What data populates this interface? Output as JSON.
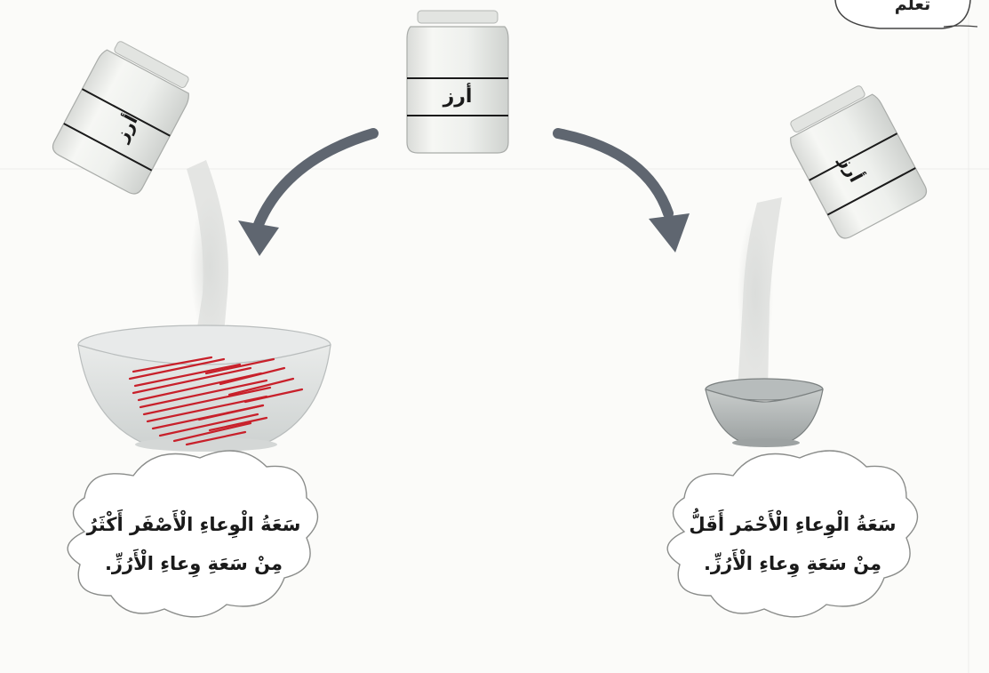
{
  "header": {
    "tab_label": "تعلم"
  },
  "jars": {
    "center_label": "أرز",
    "left_label": "أرز",
    "right_label": "أرز"
  },
  "clouds": {
    "left": {
      "line1": "سَعَةُ الْوِعاءِ الْأَصْفَر أَكْثَرُ",
      "line2": "مِنْ سَعَةِ وِعاءِ الْأَرُزِّ."
    },
    "right": {
      "line1": "سَعَةُ الْوِعاءِ الْأَحْمَر أَقَلُّ",
      "line2": "مِنْ سَعَةِ وِعاءِ الْأَرُزِّ."
    }
  },
  "colors": {
    "arrow": "#5f6670",
    "scribble": "#c8202a",
    "glass": "#e3e5e4",
    "jar": "#f1f2ef",
    "outline": "#9a9c9a"
  }
}
